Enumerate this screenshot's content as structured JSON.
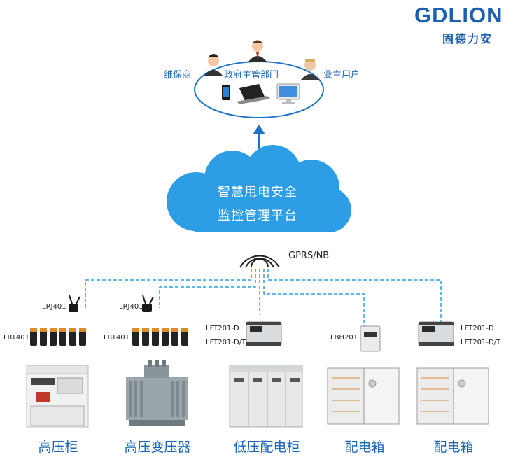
{
  "logo": {
    "name": "GDLION",
    "sub": "固德力安"
  },
  "users": {
    "maintainer": "维保商",
    "government": "政府主管部门",
    "owner": "业主用户"
  },
  "cloud": {
    "line1": "智慧用电安全",
    "line2": "监控管理平台"
  },
  "network": "GPRS/NB",
  "devices": {
    "lrj401_a": "LRJ401",
    "lrj401_b": "LRJ401",
    "lrt401_a": "LRT401",
    "lrt401_b": "LRT401",
    "lft201_d_a": "LFT201-D",
    "lft201_dt_a": "LFT201-D/T",
    "lbh201": "LBH201",
    "lft201_d_b": "LFT201-D",
    "lft201_dt_b": "LFT201-D/T"
  },
  "equipment": [
    "高压柜",
    "高压变压器",
    "低压配电柜",
    "配电箱",
    "配电箱"
  ],
  "colors": {
    "blue": "#1a67b6",
    "cloud": "#2d9ee6",
    "arrow": "#1f74c8"
  }
}
